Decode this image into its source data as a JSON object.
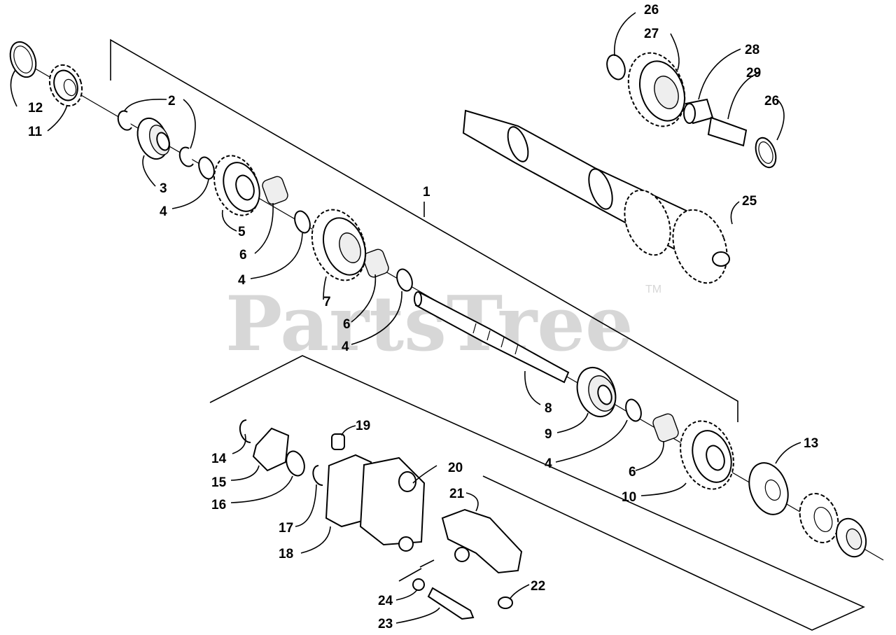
{
  "watermark": {
    "text": "PartsTree",
    "tm": "TM"
  },
  "labels": {
    "l1": "1",
    "l2": "2",
    "l3": "3",
    "l4a": "4",
    "l4b": "4",
    "l4c": "4",
    "l4d": "4",
    "l5": "5",
    "l6a": "6",
    "l6b": "6",
    "l6c": "6",
    "l7": "7",
    "l8": "8",
    "l9": "9",
    "l10": "10",
    "l11": "11",
    "l12": "12",
    "l13": "13",
    "l14": "14",
    "l15": "15",
    "l16": "16",
    "l17": "17",
    "l18": "18",
    "l19": "19",
    "l20": "20",
    "l21": "21",
    "l22": "22",
    "l23": "23",
    "l24": "24",
    "l25": "25",
    "l26a": "26",
    "l26b": "26",
    "l27": "27",
    "l28": "28",
    "l29": "29"
  }
}
